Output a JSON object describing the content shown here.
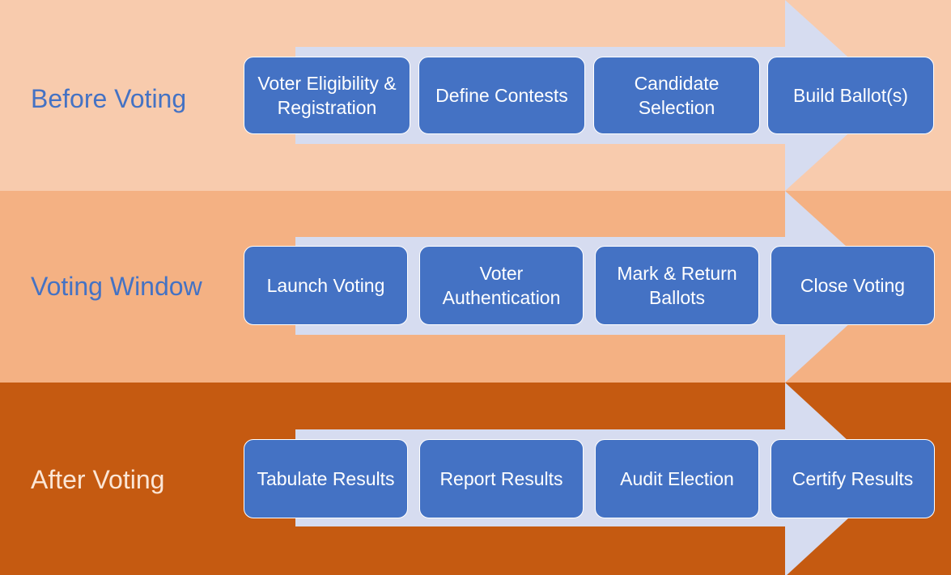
{
  "colors": {
    "before_band": "#f8cbad",
    "voting_band": "#f4b183",
    "after_band": "#c55a11",
    "arrow": "#d6dcf0",
    "step_box": "#4472c4",
    "label_text": "#4472c4",
    "label_text_dark": "#fbe6d6",
    "step_text": "#ffffff"
  },
  "phases": [
    {
      "label": "Before Voting",
      "steps": [
        "Voter Eligibility & Registration",
        "Define Contests",
        "Candidate Selection",
        "Build Ballot(s)"
      ]
    },
    {
      "label": "Voting Window",
      "steps": [
        "Launch Voting",
        "Voter Authentication",
        "Mark & Return Ballots",
        "Close Voting"
      ]
    },
    {
      "label": "After Voting",
      "steps": [
        "Tabulate Results",
        "Report Results",
        "Audit Election",
        "Certify Results"
      ]
    }
  ]
}
